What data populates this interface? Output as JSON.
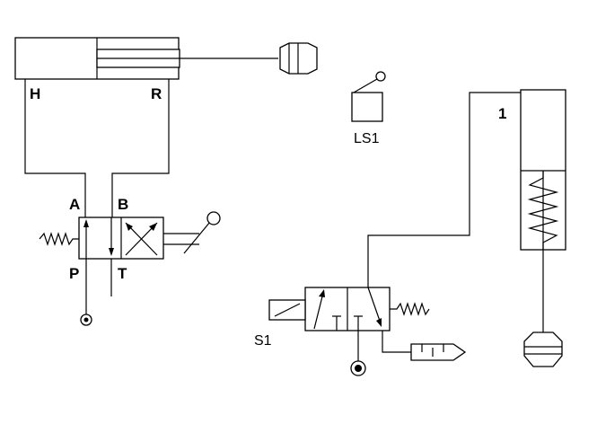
{
  "diagram": {
    "cylinder_left": {
      "port_head": "H",
      "port_rod": "R"
    },
    "valve_left": {
      "port_a": "A",
      "port_b": "B",
      "port_p": "P",
      "port_t": "T"
    },
    "limit_switch": {
      "label": "LS1"
    },
    "cylinder_right": {
      "label": "1"
    },
    "solenoid_valve": {
      "label": "S1"
    },
    "colors": {
      "line": "#000000",
      "background": "#ffffff"
    }
  }
}
